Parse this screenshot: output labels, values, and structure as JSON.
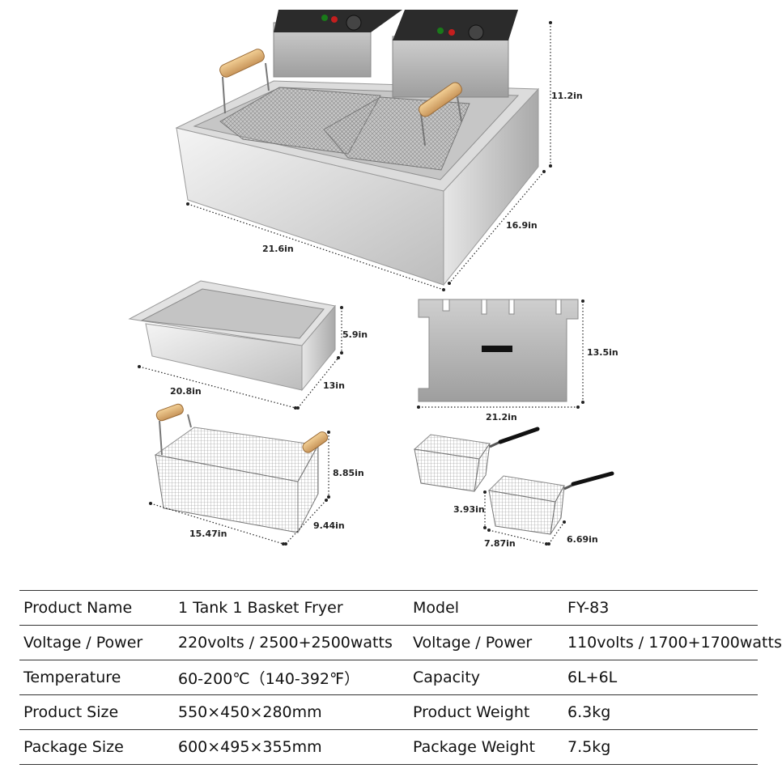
{
  "dimensions": {
    "fryer_height": "11.2in",
    "fryer_depth": "16.9in",
    "fryer_width": "21.6in",
    "tank_height": "5.9in",
    "tank_length": "20.8in",
    "tank_width": "13in",
    "lid_height": "13.5in",
    "lid_width": "21.2in",
    "big_basket_height": "8.85in",
    "big_basket_length": "15.47in",
    "big_basket_width": "9.44in",
    "small_basket_height": "3.93in",
    "small_basket_length": "7.87in",
    "small_basket_width": "6.69in"
  },
  "specs": {
    "rows": [
      {
        "label1": "Product Name",
        "value1": "1 Tank 1 Basket Fryer",
        "label2": "Model",
        "value2": "FY-83"
      },
      {
        "label1": "Voltage / Power",
        "value1": "220volts / 2500+2500watts",
        "label2": "Voltage / Power",
        "value2": "110volts / 1700+1700watts"
      },
      {
        "label1": "Temperature",
        "value1": "60-200℃（140-392℉）",
        "label2": "Capacity",
        "value2": "6L+6L"
      },
      {
        "label1": "Product Size",
        "value1": "550×450×280mm",
        "label2": "Product Weight",
        "value2": "6.3kg"
      },
      {
        "label1": "Package Size",
        "value1": "600×495×355mm",
        "label2": "Package Weight",
        "value2": "7.5kg"
      }
    ]
  }
}
